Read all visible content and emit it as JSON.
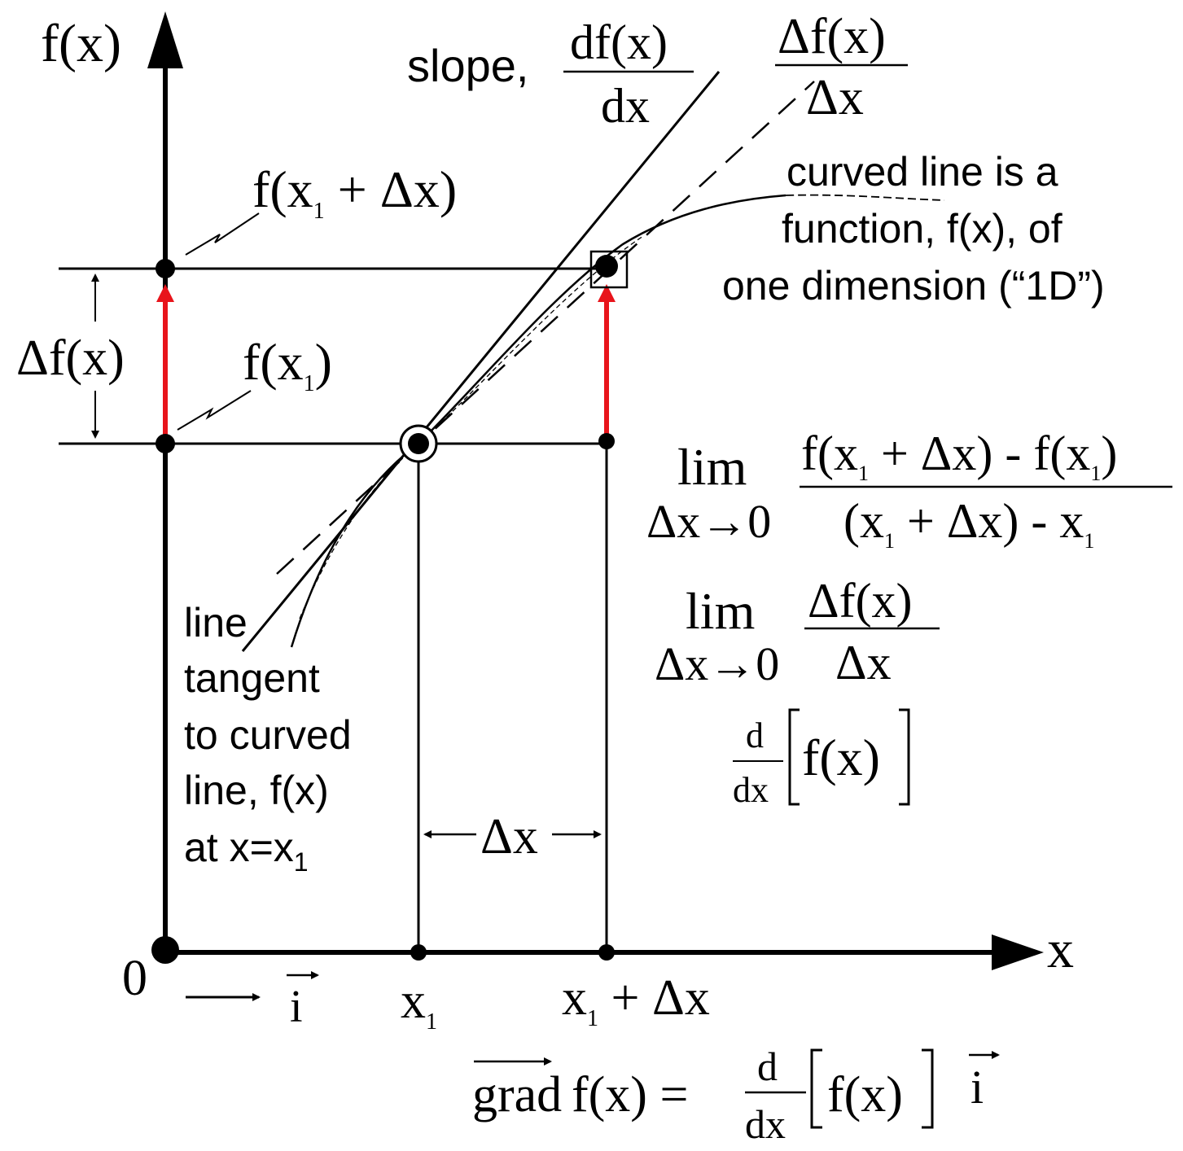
{
  "axes": {
    "y_label": "f(x)",
    "x_label": "x",
    "origin_label": "0"
  },
  "labels": {
    "f_x1_plus_dx": [
      "f(x",
      "1",
      " + Δx)"
    ],
    "f_x1": [
      "f(x",
      "1",
      ")"
    ],
    "delta_f": "Δf(x)",
    "delta_x": "Δx",
    "x1": [
      "x",
      "1"
    ],
    "x1_plus_dx": [
      "x",
      "1",
      " + Δx"
    ],
    "i_vec": "i"
  },
  "slope_label": {
    "prefix": "slope,",
    "num": "df(x)",
    "den": "dx"
  },
  "secant_label": {
    "num": "Δf(x)",
    "den": "Δx"
  },
  "curve_note": [
    "curved line is a",
    "function, f(x), of",
    "one dimension (“1D”)"
  ],
  "tangent_note": [
    "line",
    "tangent",
    "to curved",
    "line, f(x)",
    "at x=x"
  ],
  "tangent_note_sub": "1",
  "limit1": {
    "lim": "lim",
    "cond": "Δx→0",
    "num": [
      "f(x",
      "1",
      " + Δx) - f(x",
      "1",
      ")"
    ],
    "den": [
      "(x",
      "1",
      " + Δx) - x",
      "1"
    ]
  },
  "limit2": {
    "lim": "lim",
    "cond": "Δx→0",
    "num": "Δf(x)",
    "den": "Δx"
  },
  "derivative": {
    "d_num": "d",
    "d_den": "dx",
    "body": "f(x)"
  },
  "gradient": {
    "grad": "grad",
    "lhs": "f(x) =",
    "d_num": "d",
    "d_den": "dx",
    "body": "f(x)",
    "vec": "i"
  },
  "colors": {
    "ink": "#000000",
    "increment_arrow": "#e8141b"
  }
}
